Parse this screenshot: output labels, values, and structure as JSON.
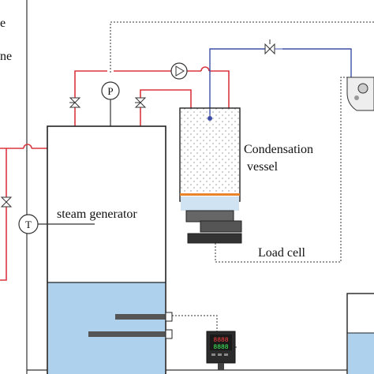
{
  "labels": {
    "steam_generator": "steam generator",
    "condensation_line1": "Condensation",
    "condensation_line2": "vessel",
    "load_cell": "Load cell",
    "pressure_gauge": "P",
    "temperature_sensor": "T",
    "cut_text_1": "e",
    "cut_text_2": "ne"
  },
  "controller_display": {
    "row1": "8888",
    "row2": "8888"
  },
  "colors": {
    "steam_line": "#d9363e",
    "cooling_line": "#3d4fa8",
    "signal_line": "#333333",
    "water": "#aed2ee",
    "heater_rod": "#555555",
    "condensate_layer": "#e8832a"
  }
}
